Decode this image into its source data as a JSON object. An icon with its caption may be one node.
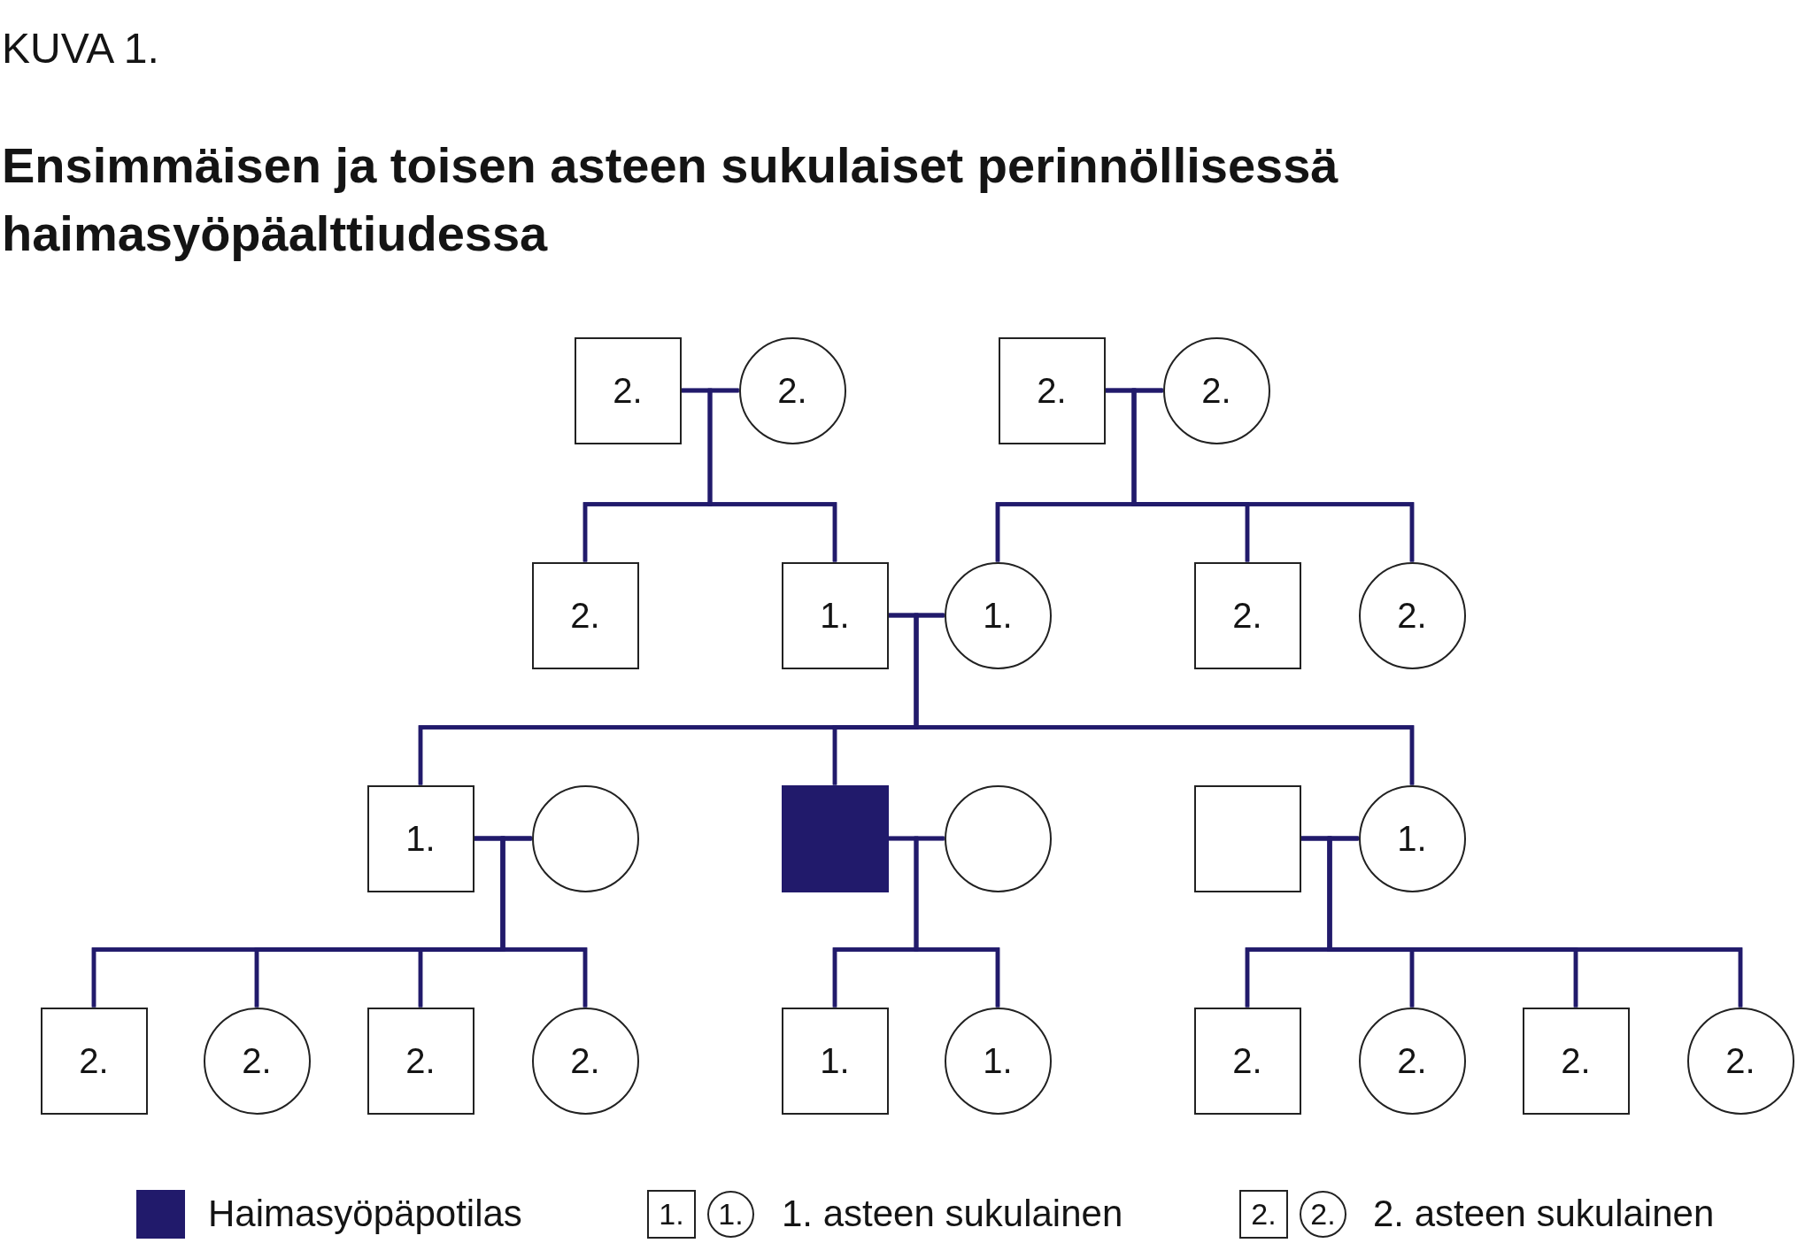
{
  "diagram": {
    "title": "Ensimmäisen ja toisen asteen sukulaiset perinnöllisessä haimasyöpäalttiudessa",
    "nodes": [
      {
        "text": [
          "2."
        ]
      },
      {
        "text": [
          "2."
        ]
      },
      {
        "text": [
          "2."
        ]
      },
      {
        "text": [
          "2."
        ]
      },
      {
        "text": [
          "2."
        ]
      },
      {
        "text": [
          "1."
        ]
      },
      {
        "text": [
          "1."
        ]
      },
      {
        "text": [
          "2."
        ]
      },
      {
        "text": [
          "2."
        ]
      },
      {
        "text": [
          "1."
        ]
      },
      {
        "text": [],
        "shape": "circle"
      },
      {
        "text": [],
        "shape": "box"
      },
      {
        "text": [],
        "shape": "circle"
      },
      {
        "text": [],
        "shape": "box"
      },
      {
        "text": [
          "1."
        ]
      },
      {
        "text": [
          "2."
        ]
      },
      {
        "text": [
          "2."
        ]
      },
      {
        "text": [
          "2."
        ]
      },
      {
        "text": [
          "2."
        ]
      },
      {
        "text": [
          "1."
        ]
      },
      {
        "text": [
          "1."
        ]
      },
      {
        "text": [
          "2."
        ]
      },
      {
        "text": [
          "2."
        ]
      },
      {
        "text": [
          "2."
        ]
      },
      {
        "text": [
          "2."
        ]
      }
    ],
    "edges": [
      {
        "from": 0,
        "to": 1,
        "arrow": "none"
      },
      {
        "from": 0,
        "to": 4,
        "arrow": "none"
      },
      {
        "from": 1,
        "to": 4,
        "arrow": "none"
      },
      {
        "from": 0,
        "to": 5,
        "arrow": "none"
      },
      {
        "from": 1,
        "to": 5,
        "arrow": "none"
      },
      {
        "from": 2,
        "to": 3,
        "arrow": "none"
      },
      {
        "from": 2,
        "to": 6,
        "arrow": "none"
      },
      {
        "from": 3,
        "to": 6,
        "arrow": "none"
      },
      {
        "from": 2,
        "to": 7,
        "arrow": "none"
      },
      {
        "from": 3,
        "to": 7,
        "arrow": "none"
      },
      {
        "from": 2,
        "to": 8,
        "arrow": "none"
      },
      {
        "from": 3,
        "to": 8,
        "arrow": "none"
      },
      {
        "from": 5,
        "to": 6,
        "arrow": "none"
      },
      {
        "from": 5,
        "to": 9,
        "arrow": "none"
      },
      {
        "from": 6,
        "to": 9,
        "arrow": "none"
      },
      {
        "from": 5,
        "to": 11,
        "arrow": "none"
      },
      {
        "from": 6,
        "to": 11,
        "arrow": "none"
      },
      {
        "from": 5,
        "to": 14,
        "arrow": "none"
      },
      {
        "from": 6,
        "to": 14,
        "arrow": "none"
      },
      {
        "from": 9,
        "to": 10,
        "arrow": "none"
      },
      {
        "from": 9,
        "to": 15,
        "arrow": "none"
      },
      {
        "from": 10,
        "to": 15,
        "arrow": "none"
      },
      {
        "from": 9,
        "to": 16,
        "arrow": "none"
      },
      {
        "from": 10,
        "to": 16,
        "arrow": "none"
      },
      {
        "from": 9,
        "to": 17,
        "arrow": "none"
      },
      {
        "from": 10,
        "to": 17,
        "arrow": "none"
      },
      {
        "from": 9,
        "to": 18,
        "arrow": "none"
      },
      {
        "from": 10,
        "to": 18,
        "arrow": "none"
      },
      {
        "from": 11,
        "to": 12,
        "arrow": "none"
      },
      {
        "from": 11,
        "to": 19,
        "arrow": "none"
      },
      {
        "from": 12,
        "to": 19,
        "arrow": "none"
      },
      {
        "from": 11,
        "to": 20,
        "arrow": "none"
      },
      {
        "from": 12,
        "to": 20,
        "arrow": "none"
      },
      {
        "from": 13,
        "to": 14,
        "arrow": "none"
      },
      {
        "from": 13,
        "to": 21,
        "arrow": "none"
      },
      {
        "from": 14,
        "to": 21,
        "arrow": "none"
      },
      {
        "from": 13,
        "to": 22,
        "arrow": "none"
      },
      {
        "from": 14,
        "to": 22,
        "arrow": "none"
      },
      {
        "from": 13,
        "to": 23,
        "arrow": "none"
      },
      {
        "from": 14,
        "to": 23,
        "arrow": "none"
      },
      {
        "from": 13,
        "to": 24,
        "arrow": "none"
      },
      {
        "from": 14,
        "to": 24,
        "arrow": "none"
      }
    ],
    "labels": [
      "KUVA 1.",
      "1.",
      "1.",
      "2.",
      "2."
    ],
    "legend": [
      {
        "text": "Haimasyöpäpotilas",
        "color": "#211a6b"
      },
      {
        "text": "1. asteen sukulainen"
      },
      {
        "text": "2. asteen sukulainen"
      }
    ]
  }
}
